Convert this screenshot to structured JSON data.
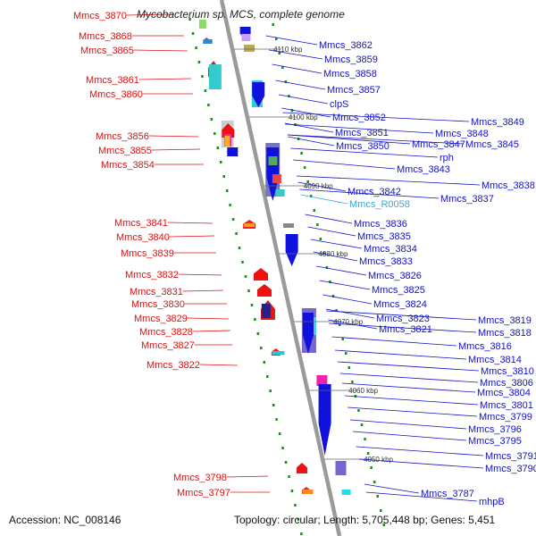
{
  "title": "Mycobacterium sp. MCS, complete genome",
  "footer": {
    "accession": "Accession: NC_008146",
    "summary": "Topology: circular; Length: 5,705,448 bp; Genes: 5,451"
  },
  "colors": {
    "left_label": "#dd1111",
    "right_label": "#1111cc",
    "rna_label": "#33aadd",
    "backbone": "#888888",
    "tick": "#228822"
  },
  "ticks": [
    "4110 kbp",
    "4100 kbp",
    "4090 kbp",
    "4080 kbp",
    "4070 kbp",
    "4060 kbp",
    "4050 kbp"
  ],
  "left_genes": [
    "Mmcs_3870",
    "Mmcs_3868",
    "Mmcs_3865",
    "Mmcs_3861",
    "Mmcs_3860",
    "Mmcs_3856",
    "Mmcs_3855",
    "Mmcs_3854",
    "Mmcs_3841",
    "Mmcs_3840",
    "Mmcs_3839",
    "Mmcs_3832",
    "Mmcs_3831",
    "Mmcs_3830",
    "Mmcs_3829",
    "Mmcs_3828",
    "Mmcs_3827",
    "Mmcs_3822",
    "Mmcs_3798",
    "Mmcs_3797"
  ],
  "right_genes": [
    "Mmcs_3862",
    "Mmcs_3859",
    "Mmcs_3858",
    "Mmcs_3857",
    "clpS",
    "Mmcs_3852",
    "Mmcs_3851",
    "Mmcs_3850",
    "Mmcs_3849",
    "Mmcs_3848",
    "Mmcs_3847",
    "Mmcs_3845",
    "rph",
    "Mmcs_3843",
    "Mmcs_3842",
    "Mmcs_R0058",
    "Mmcs_3838",
    "Mmcs_3837",
    "Mmcs_3836",
    "Mmcs_3835",
    "Mmcs_3834",
    "Mmcs_3833",
    "Mmcs_3826",
    "Mmcs_3825",
    "Mmcs_3824",
    "Mmcs_3823",
    "Mmcs_3821",
    "Mmcs_3819",
    "Mmcs_3818",
    "Mmcs_3816",
    "Mmcs_3814",
    "Mmcs_3810",
    "Mmcs_3806",
    "Mmcs_3804",
    "Mmcs_3801",
    "Mmcs_3799",
    "Mmcs_3796",
    "Mmcs_3795",
    "Mmcs_3791",
    "Mmcs_3790",
    "Mmcs_3787",
    "mhpB"
  ]
}
